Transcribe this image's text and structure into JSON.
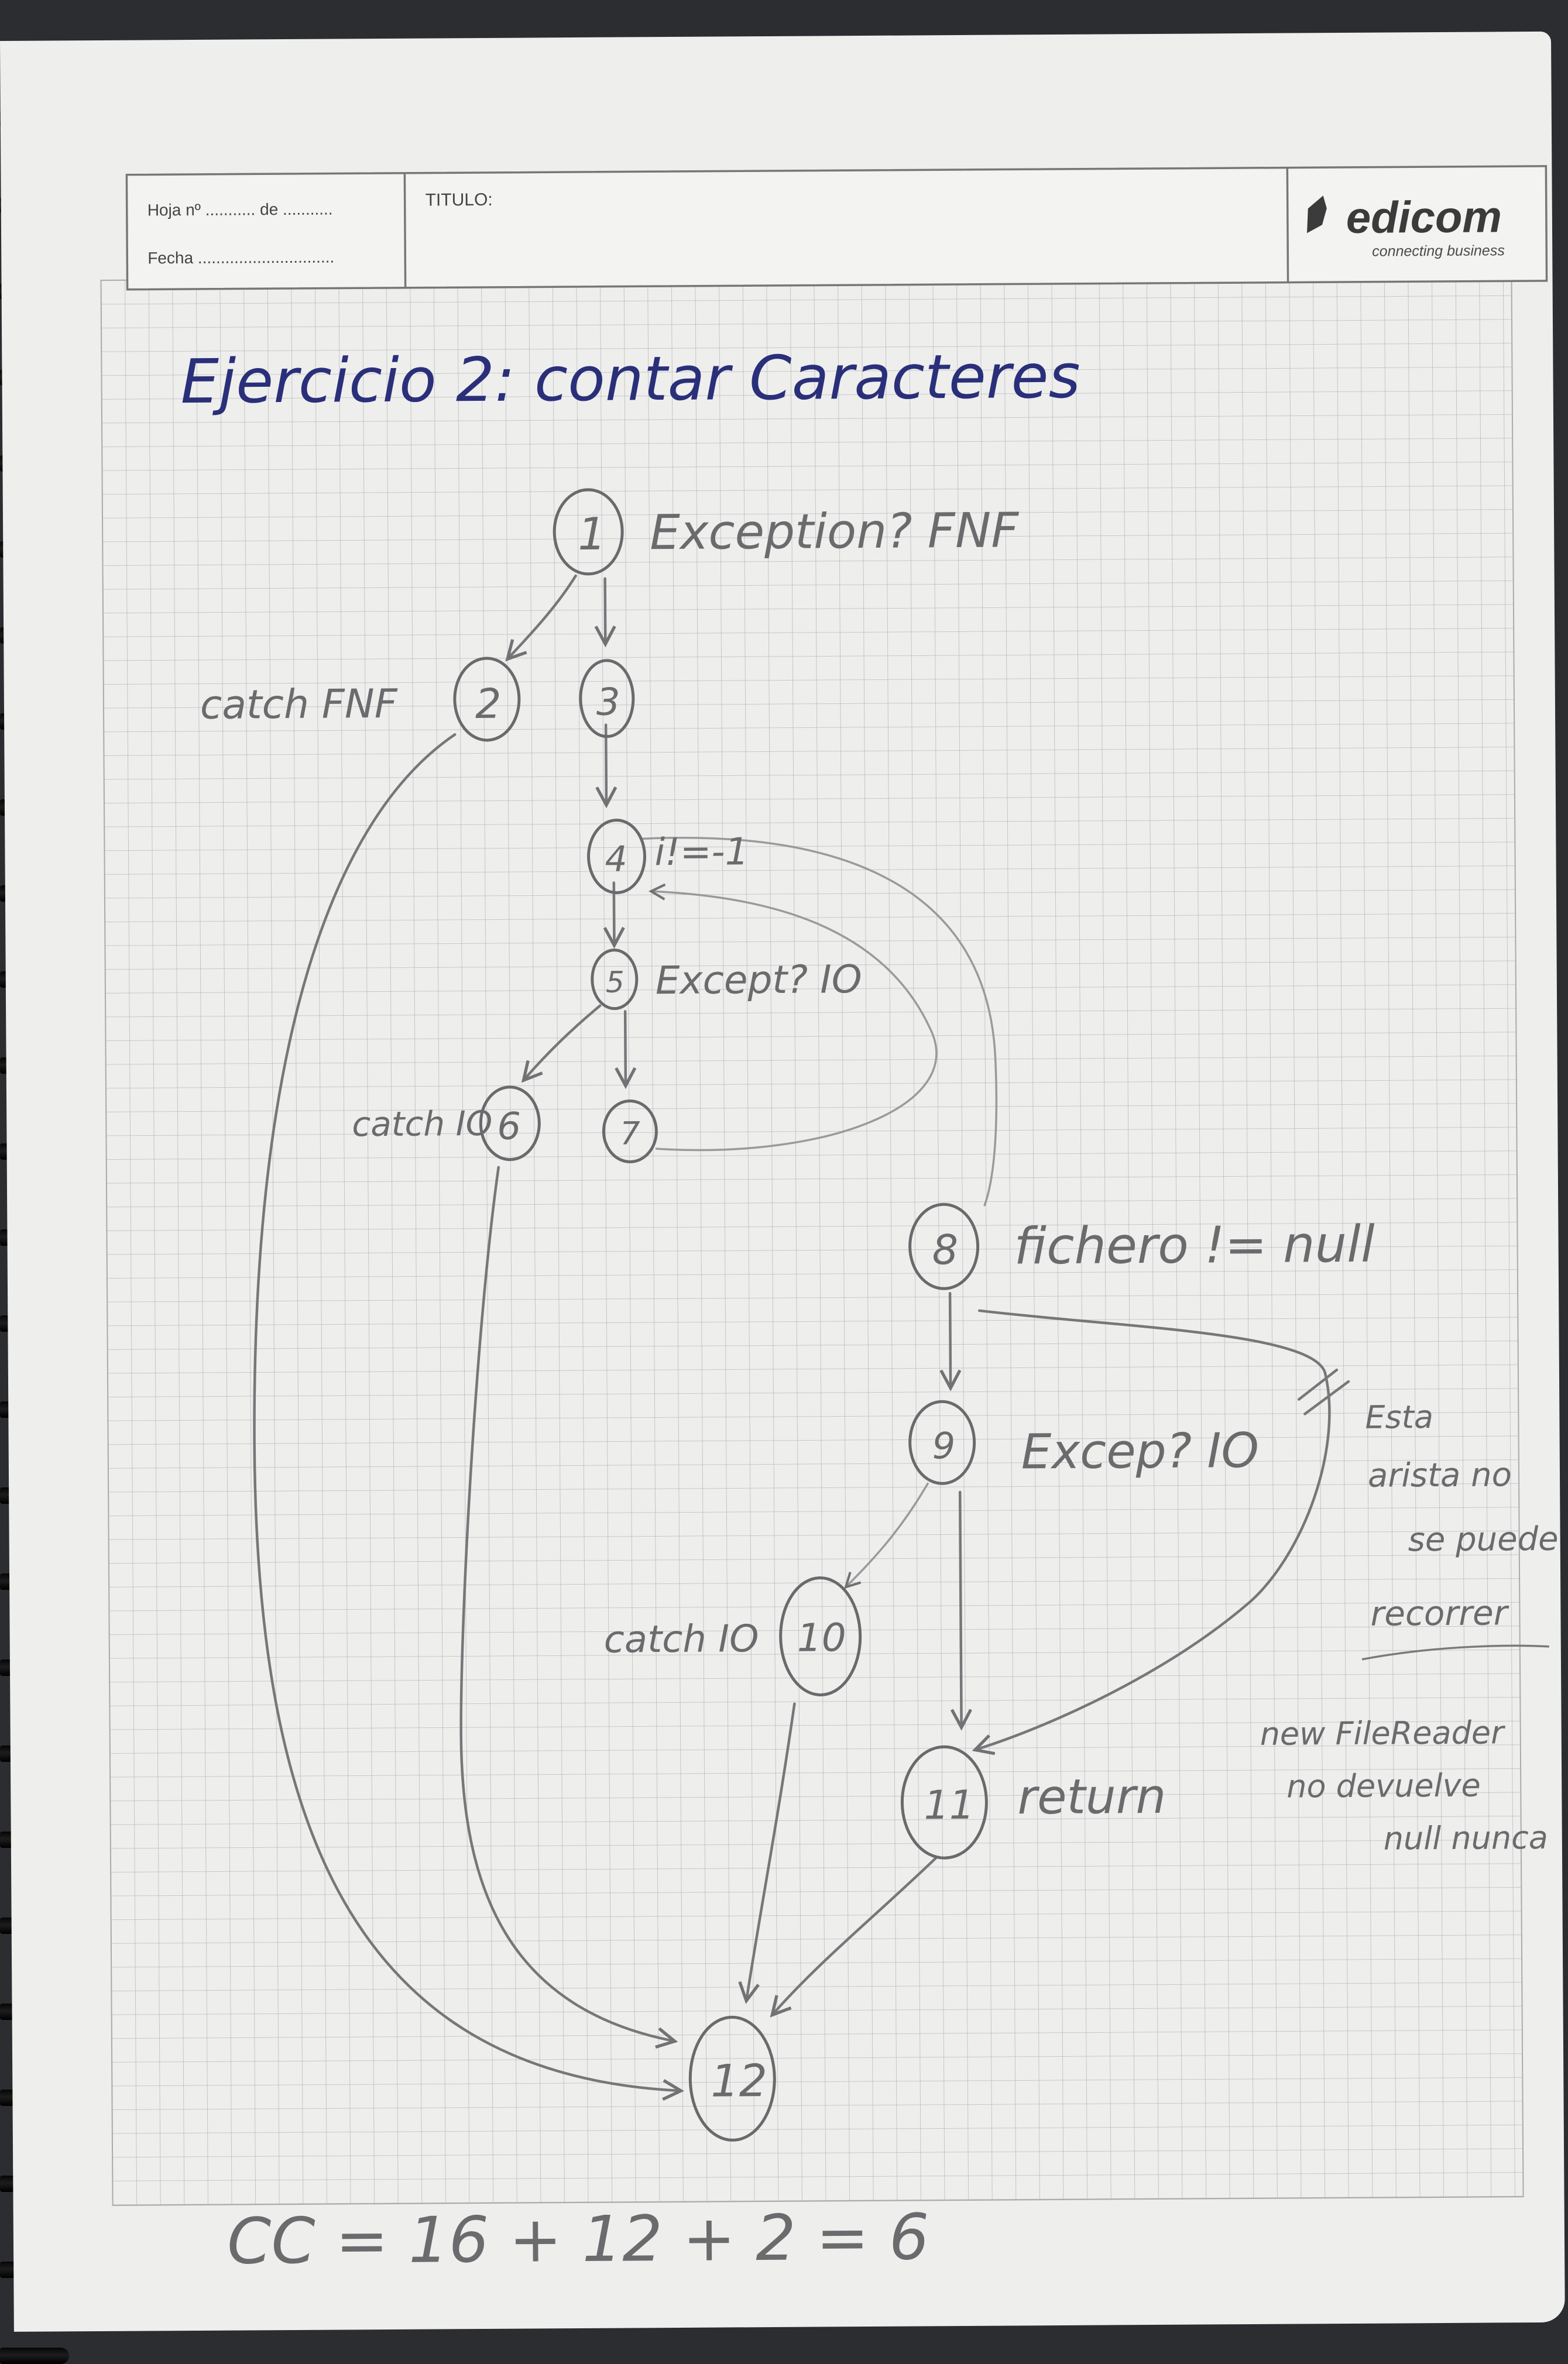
{
  "header": {
    "sheet_label": "Hoja nº ........... de ...........",
    "date_label": "Fecha ..............................",
    "title_label": "TITULO:",
    "brand": "edicom",
    "tagline": "connecting business"
  },
  "heading": "Ejercicio 2: contar Caracteres",
  "nodes": [
    {
      "id": "1",
      "label": "1"
    },
    {
      "id": "2",
      "label": "2"
    },
    {
      "id": "3",
      "label": "3"
    },
    {
      "id": "4",
      "label": "4"
    },
    {
      "id": "5",
      "label": "5"
    },
    {
      "id": "6",
      "label": "6"
    },
    {
      "id": "7",
      "label": "7"
    },
    {
      "id": "8",
      "label": "8"
    },
    {
      "id": "9",
      "label": "9"
    },
    {
      "id": "10",
      "label": "10"
    },
    {
      "id": "11",
      "label": "11"
    },
    {
      "id": "12",
      "label": "12"
    }
  ],
  "edges": [
    {
      "from": "1",
      "to": "2"
    },
    {
      "from": "1",
      "to": "3"
    },
    {
      "from": "3",
      "to": "4"
    },
    {
      "from": "4",
      "to": "5"
    },
    {
      "from": "5",
      "to": "6"
    },
    {
      "from": "5",
      "to": "7"
    },
    {
      "from": "7",
      "to": "4"
    },
    {
      "from": "4",
      "to": "8"
    },
    {
      "from": "8",
      "to": "9"
    },
    {
      "from": "8",
      "to": "11"
    },
    {
      "from": "9",
      "to": "10"
    },
    {
      "from": "9",
      "to": "11"
    },
    {
      "from": "2",
      "to": "12"
    },
    {
      "from": "6",
      "to": "12"
    },
    {
      "from": "10",
      "to": "12"
    },
    {
      "from": "11",
      "to": "12"
    }
  ],
  "annotations": {
    "n1": "Exception? FNF",
    "n2": "catch FNF",
    "n4": "i!=-1",
    "n5": "Except? IO",
    "n6": "catch IO",
    "n8": "fichero != null",
    "n9": "Excep? IO",
    "n10": "catch IO",
    "n11": "return",
    "crossed_edge_note": [
      "Esta",
      "arista no",
      "se puede",
      "recorrer"
    ],
    "side_note": [
      "new FileReader",
      "no devuelve",
      "null nunca"
    ]
  },
  "formula": "CC = 16 + 12 + 2 = 6"
}
